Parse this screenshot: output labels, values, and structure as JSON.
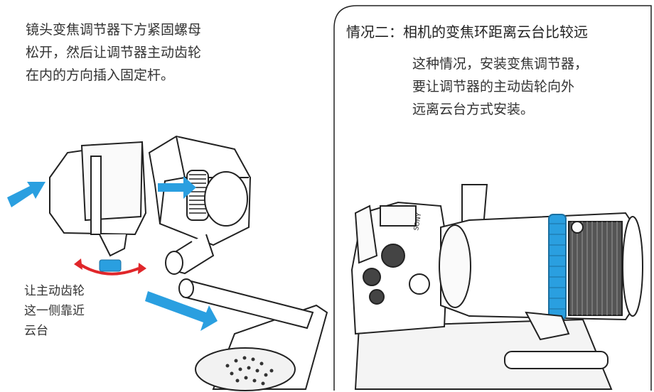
{
  "left_panel": {
    "instruction_lines": [
      "镜头变焦调节器下方紧固螺母",
      "松开，然后让调节器主动齿轮",
      "在内的方向插入固定杆。"
    ],
    "side_note_lines": [
      "让主动齿轮",
      "这一侧靠近",
      "云台"
    ]
  },
  "right_panel": {
    "title": "情况二：相机的变焦环距离云台比较远",
    "body_lines": [
      "这种情况，安装变焦调节器，",
      "要让调节器的主动齿轮向外",
      "远离云台方式安装。"
    ],
    "lens_print": "SONY"
  },
  "colors": {
    "arrow_blue": "#2a9fe0",
    "rotate_red": "#e0262a",
    "zoom_ring_blue": "#2a9fe0",
    "outline": "#222222"
  },
  "icons": [
    "push-arrow-icon",
    "rotate-arrow-icon"
  ]
}
